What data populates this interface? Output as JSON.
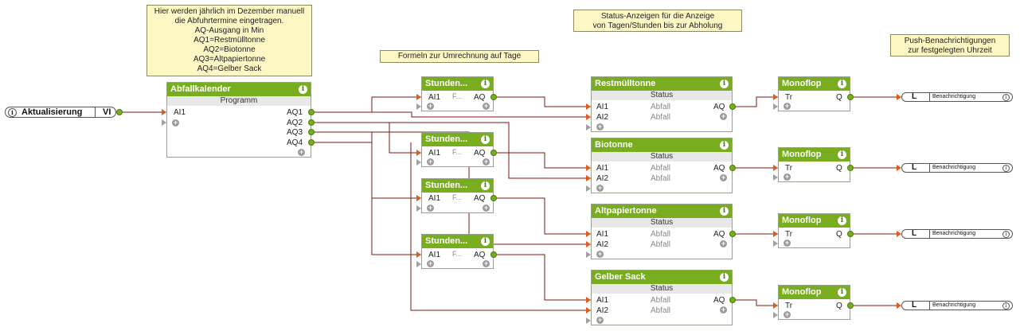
{
  "notes": {
    "calendar": [
      "Hier werden jährlich im Dezember manuell",
      "die Abfuhrtermine eingetragen.",
      "AQ-Ausgang in Min",
      "AQ1=Restmülltonne",
      "AQ2=Biotonne",
      "AQ3=Altpapiertonne",
      "AQ4=Gelber Sack"
    ],
    "formulas": [
      "Formeln zur Umrechnung auf Tage"
    ],
    "status": [
      "Status-Anzeigen für die Anzeige",
      "von Tagen/Stunden bis zur Abholung"
    ],
    "push": [
      "Push-Benachrichtigungen",
      "zur festgelegten Uhrzeit"
    ]
  },
  "input": {
    "name": "Aktualisierung",
    "type": "VI",
    "info": "i"
  },
  "calendar": {
    "title": "Abfallkalender",
    "subtitle": "Programm",
    "input": "AI1",
    "outputs": [
      "AQ1",
      "AQ2",
      "AQ3",
      "AQ4"
    ]
  },
  "formula_blocks": [
    {
      "title": "Stunden...",
      "input": "AI1",
      "middle": "F...",
      "output": "AQ"
    },
    {
      "title": "Stunden...",
      "input": "AI1",
      "middle": "F...",
      "output": "AQ"
    },
    {
      "title": "Stunden...",
      "input": "AI1",
      "middle": "F...",
      "output": "AQ"
    },
    {
      "title": "Stunden...",
      "input": "AI1",
      "middle": "F...",
      "output": "AQ"
    }
  ],
  "status_blocks": [
    {
      "title": "Restmülltonne",
      "subtitle": "Status",
      "in1": "AI1",
      "in2": "AI2",
      "mid1": "Abfall",
      "mid2": "Abfall",
      "output": "AQ"
    },
    {
      "title": "Biotonne",
      "subtitle": "Status",
      "in1": "AI1",
      "in2": "AI2",
      "mid1": "Abfall",
      "mid2": "Abfall",
      "output": "AQ"
    },
    {
      "title": "Altpapiertonne",
      "subtitle": "Status",
      "in1": "AI1",
      "in2": "AI2",
      "mid1": "Abfall",
      "mid2": "Abfall",
      "output": "AQ"
    },
    {
      "title": "Gelber Sack",
      "subtitle": "Status",
      "in1": "AI1",
      "in2": "AI2",
      "mid1": "Abfall",
      "mid2": "Abfall",
      "output": "AQ"
    }
  ],
  "monoflops": [
    {
      "title": "Monoflop",
      "input": "Tr",
      "output": "Q"
    },
    {
      "title": "Monoflop",
      "input": "Tr",
      "output": "Q"
    },
    {
      "title": "Monoflop",
      "input": "Tr",
      "output": "Q"
    },
    {
      "title": "Monoflop",
      "input": "Tr",
      "output": "Q"
    }
  ],
  "outputs": [
    {
      "type": "L",
      "name": "Benachrichtigung"
    },
    {
      "type": "L",
      "name": "Benachrichtigung"
    },
    {
      "type": "L",
      "name": "Benachrichtigung"
    },
    {
      "type": "L",
      "name": "Benachrichtigung"
    }
  ],
  "colors": {
    "block_header": "#77ad1e",
    "wire": "#7a1a12",
    "note_bg": "#fdf7c3",
    "input_port": "#e05a1e"
  },
  "icons": {
    "info": "info-icon",
    "add": "plus-icon"
  }
}
